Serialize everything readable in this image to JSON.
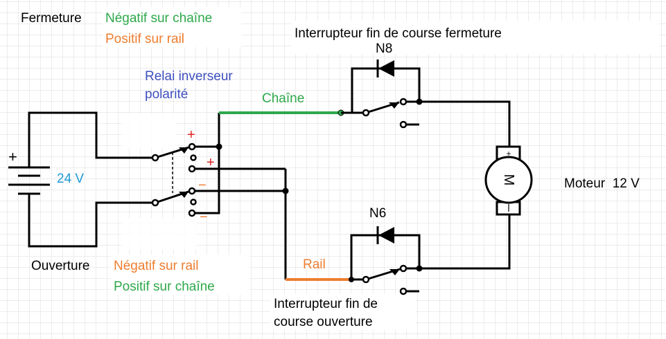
{
  "title_block_closing": {
    "label": "Fermeture",
    "line1": "Négatif sur chaîne",
    "line2": "Positif sur rail"
  },
  "title_block_opening": {
    "label": "Ouverture",
    "line1": "Négatif sur rail",
    "line2": "Positif sur chaîne"
  },
  "relay": {
    "line1": "Relai inverseur",
    "line2": "polarité",
    "plus_top": "+",
    "plus_mid": "+",
    "minus_mid": "−",
    "minus_bottom": "−"
  },
  "battery": {
    "voltage": "24 V",
    "plus": "+"
  },
  "wires": {
    "chain_label": "Chaîne",
    "rail_label": "Rail"
  },
  "limit_switch_closing": {
    "title": "Interrupteur fin de course fermeture",
    "diode": "N8"
  },
  "limit_switch_opening": {
    "title_line1": "Interrupteur fin de",
    "title_line2": "course ouverture",
    "diode": "N6"
  },
  "motor": {
    "symbol": "M",
    "plus": "+",
    "minus": "−",
    "label": "Moteur  12 V"
  },
  "colors": {
    "wire": "#000000",
    "chain": "#2ea84a",
    "rail": "#ee7d30",
    "relay_text": "#3f4fbf",
    "voltage": "#1e9ad6",
    "plus_red": "#e02020",
    "minus_orange": "#ee7d30",
    "grid": "#e6e6e6"
  }
}
